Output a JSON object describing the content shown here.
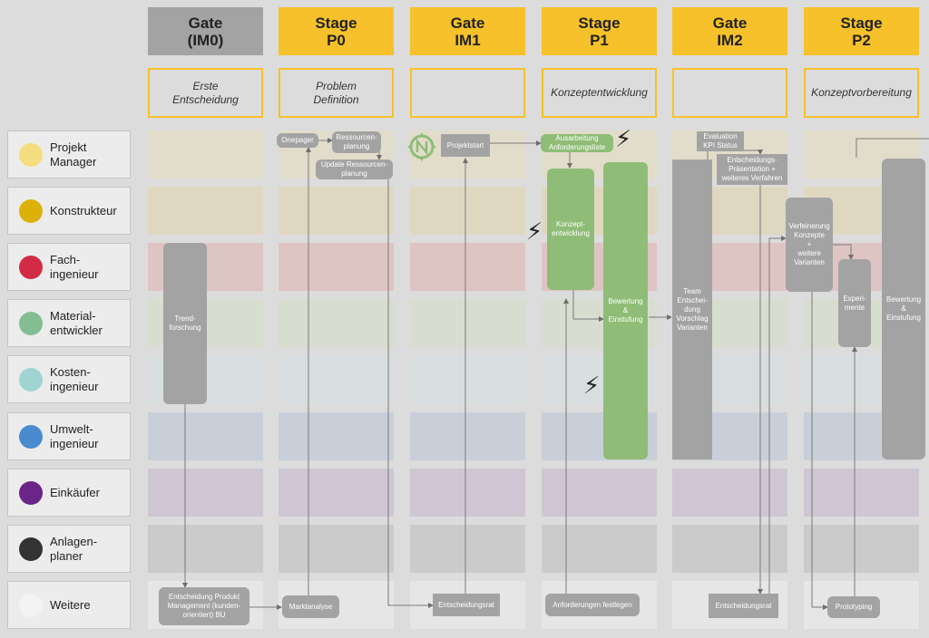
{
  "columns": [
    {
      "line1": "Gate",
      "line2": "(IM0)",
      "sub1": "Erste",
      "sub2": "Entscheidung",
      "kind": "gate-dark"
    },
    {
      "line1": "Stage",
      "line2": "P0",
      "sub1": "Problem",
      "sub2": "Definition",
      "kind": "stage"
    },
    {
      "line1": "Gate",
      "line2": "IM1",
      "sub1": "",
      "sub2": "",
      "kind": "gate"
    },
    {
      "line1": "Stage",
      "line2": "P1",
      "sub1": "Konzeptentwicklung",
      "sub2": "",
      "kind": "stage"
    },
    {
      "line1": "Gate",
      "line2": "IM2",
      "sub1": "",
      "sub2": "",
      "kind": "gate"
    },
    {
      "line1": "Stage",
      "line2": "P2",
      "sub1": "Konzeptvorbereitung",
      "sub2": "",
      "kind": "stage"
    }
  ],
  "roles": [
    {
      "l1": "Projekt",
      "l2": "Manager",
      "color": "#f3dd7e"
    },
    {
      "l1": "Konstrukteur",
      "l2": "",
      "color": "#dcb20a"
    },
    {
      "l1": "Fach-",
      "l2": "ingenieur",
      "color": "#d22b46"
    },
    {
      "l1": "Material-",
      "l2": "entwickler",
      "color": "#85bd93"
    },
    {
      "l1": "Kosten-",
      "l2": "ingenieur",
      "color": "#9fd4d3"
    },
    {
      "l1": "Umwelt-",
      "l2": "ingenieur",
      "color": "#4a8bd0"
    },
    {
      "l1": "Einkäufer",
      "l2": "",
      "color": "#6b2488"
    },
    {
      "l1": "Anlagen-",
      "l2": "planer",
      "color": "#333333"
    },
    {
      "l1": "Weitere",
      "l2": "",
      "color": "#f3f3f3"
    }
  ],
  "lane_colors": [
    "#e2dccb",
    "#e0d7c1",
    "#dfc4c4",
    "#d7ddcf",
    "#d8dee0",
    "#c9cfd9",
    "#cfc6d3",
    "#cbcbcb",
    "#e6e6e6"
  ],
  "colors": {
    "gate_dark": "#a3a3a3",
    "gate": "#f6c12a",
    "stage": "#f6c12a",
    "task_grey": "#a3a3a3",
    "task_green": "#8fbd77"
  },
  "tasks": {
    "trend": "Trend-\nforschung",
    "entscheidung_produkt": "Entscheidung Produkt\nManagement (kunden-\norientiert) BU",
    "onepager": "Onepager",
    "ressourcen": "Ressourcen-\nplanung",
    "update_ressourcen": "Update Ressourcen-\nplanung",
    "marktanalyse": "Marktanalyse",
    "projektstart": "Projektstart",
    "entscheidungsrat1": "Entscheidungsrat",
    "ausarbeitung": "Ausarbeitung\nAnforderungsliste",
    "konzeptentwicklung": "Konzept-\nentwicklung",
    "bewertung1": "Bewertung\n&\nEinstufung",
    "anforderungen": "Anforderungen festlegen",
    "evaluation": "Evaluation\nKPI Status",
    "praesentation": "Entscheidungs-\nPräsentation +\nweiteres Verfahren",
    "team": "Team\nEntschei-\ndung\nVorschlag\nVarianten",
    "entscheidungsrat2": "Entscheidungsrat",
    "verfeinerung": "Verfeinerung\nKonzepte\n+\nweitere\nVarianten",
    "experimente": "Experi-\nmente",
    "bewertung2": "Bewertung\n&\nEinstufung",
    "prototyping": "Prototyping"
  },
  "icons": {
    "logo": "compass-logo-icon",
    "bolt": "lightning-icon"
  }
}
